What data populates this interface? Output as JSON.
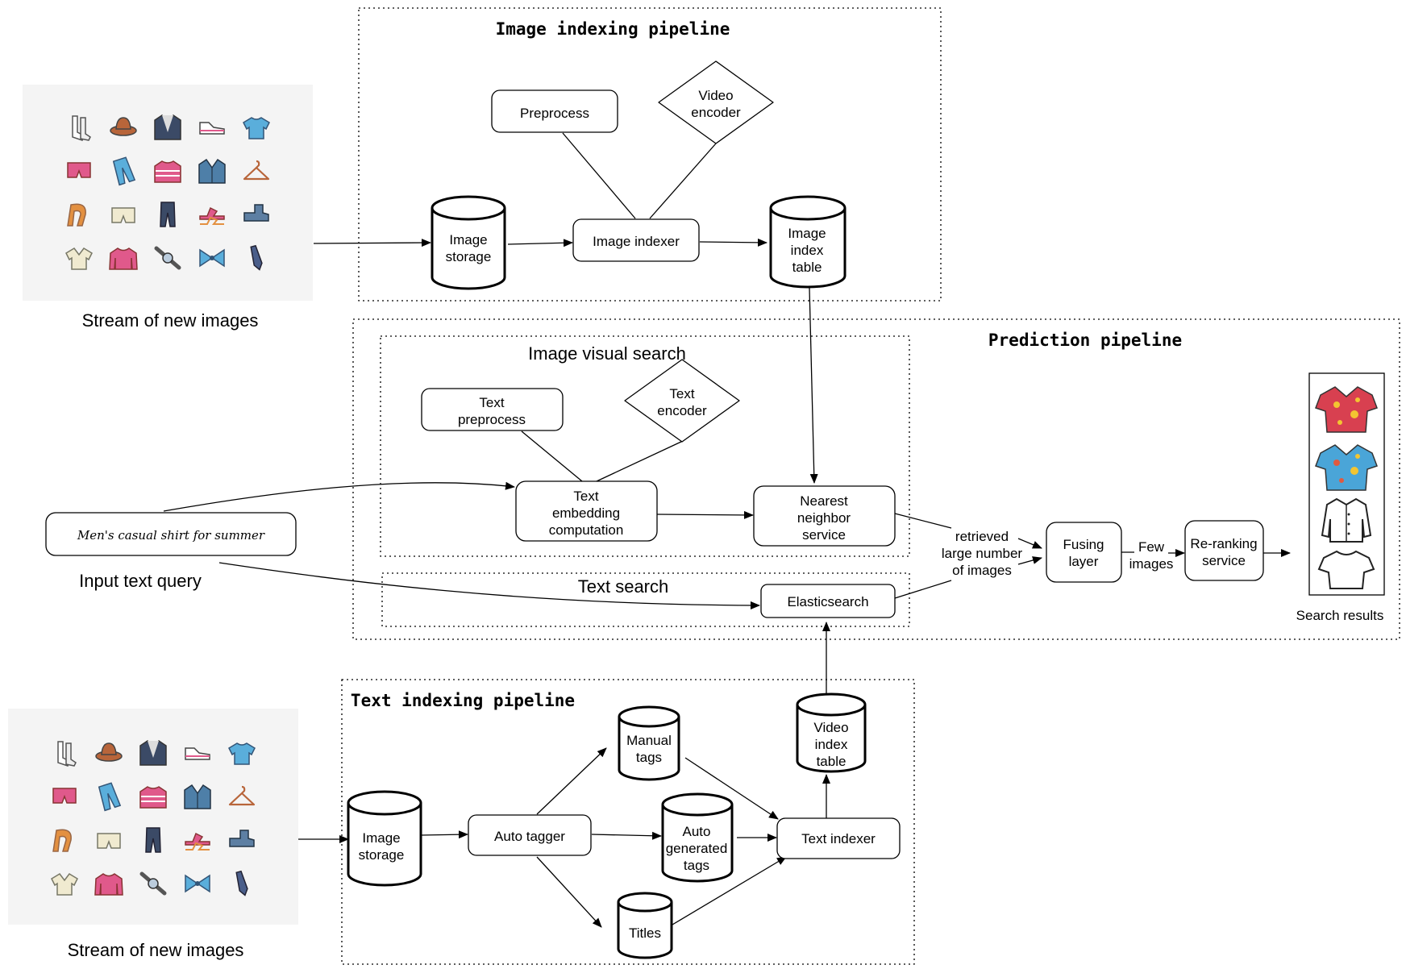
{
  "groups": {
    "image_indexing": "Image indexing pipeline",
    "prediction": "Prediction pipeline",
    "image_visual_search": "Image visual search",
    "text_search": "Text search",
    "text_indexing": "Text indexing pipeline"
  },
  "image_indexing": {
    "preprocess": "Preprocess",
    "video_encoder": [
      "Video",
      "encoder"
    ],
    "image_storage": [
      "Image",
      "storage"
    ],
    "image_indexer": "Image indexer",
    "image_index_table": [
      "Image",
      "index",
      "table"
    ]
  },
  "prediction": {
    "text_preprocess": [
      "Text",
      "preprocess"
    ],
    "text_encoder": [
      "Text",
      "encoder"
    ],
    "text_embedding": [
      "Text",
      "embedding",
      "computation"
    ],
    "nearest_neighbor": [
      "Nearest",
      "neighbor",
      "service"
    ],
    "elasticsearch": "Elasticsearch",
    "retrieved": [
      "retrieved",
      "large number",
      "of images"
    ],
    "fusing_layer": [
      "Fusing",
      "layer"
    ],
    "few_images": [
      "Few",
      "images"
    ],
    "reranking": [
      "Re-ranking",
      "service"
    ],
    "search_results": "Search results"
  },
  "query": {
    "text": "Men's casual shirt for summer",
    "label": "Input text query"
  },
  "text_indexing": {
    "image_storage": [
      "Image",
      "storage"
    ],
    "auto_tagger": "Auto tagger",
    "manual_tags": [
      "Manual",
      "tags"
    ],
    "auto_generated_tags": [
      "Auto",
      "generated",
      "tags"
    ],
    "titles": "Titles",
    "text_indexer": "Text indexer",
    "video_index_table": [
      "Video",
      "index",
      "table"
    ]
  },
  "streams": {
    "top_label": "Stream of new images",
    "bottom_label": "Stream of new images",
    "icons": [
      "socks-icon",
      "hat-icon",
      "jacket-icon",
      "sneaker-icon",
      "tshirt-icon",
      "shorts-icon",
      "jeans-icon",
      "sweater-icon",
      "denim-jacket-icon",
      "hanger-icon",
      "scarf-icon",
      "boxer-shorts-icon",
      "trousers-icon",
      "sandals-icon",
      "boot-icon",
      "polo-shirt-icon",
      "longsleeve-icon",
      "watch-icon",
      "bowtie-icon",
      "tie-icon"
    ]
  },
  "colors": {
    "panel": "#f4f4f4",
    "pink": "#e0598b",
    "blue": "#5aaedb",
    "navy": "#3b4a66",
    "brown": "#b8653a",
    "orange": "#e39040",
    "cream": "#f0ead0",
    "red_shirt": "#d84050",
    "yellow": "#f3c531",
    "cyan_shirt": "#4aa5d8"
  }
}
